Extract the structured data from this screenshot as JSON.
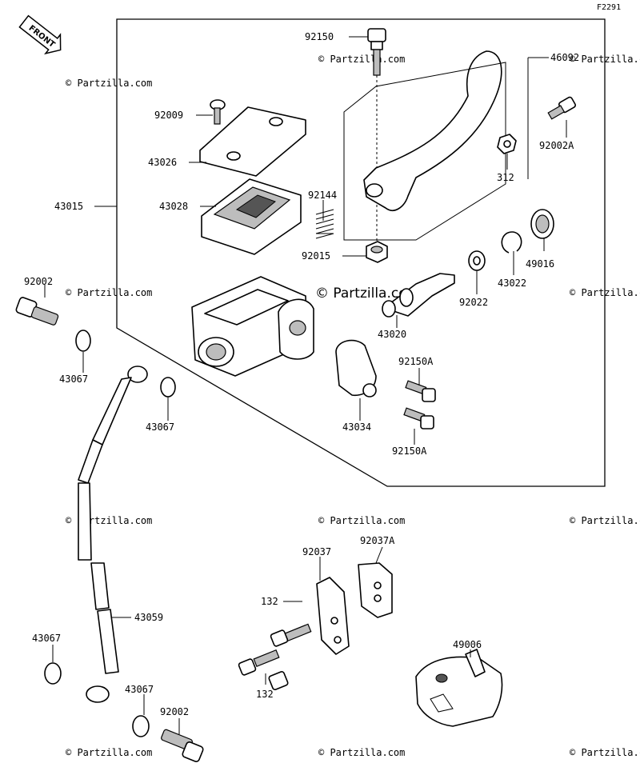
{
  "diagram_code": "F2291",
  "front_marker": "FRONT",
  "watermark": "© Partzilla.com",
  "labels": {
    "p92150": "92150",
    "p46092": "46092",
    "p92009": "92009",
    "p92002A": "92002A",
    "p43026": "43026",
    "p312": "312",
    "p43015": "43015",
    "p43028": "43028",
    "p92144": "92144",
    "p92015": "92015",
    "p49016": "49016",
    "p92002_top": "92002",
    "p43022": "43022",
    "p92022": "92022",
    "p43020": "43020",
    "p43067_a": "43067",
    "p92150A_top": "92150A",
    "p43067_b": "43067",
    "p43034": "43034",
    "p92150A_bottom": "92150A",
    "p92037": "92037",
    "p92037A": "92037A",
    "p132_top": "132",
    "p43059": "43059",
    "p49006": "49006",
    "p43067_c": "43067",
    "p132_bottom": "132",
    "p43067_d": "43067",
    "p92002_bottom": "92002"
  }
}
